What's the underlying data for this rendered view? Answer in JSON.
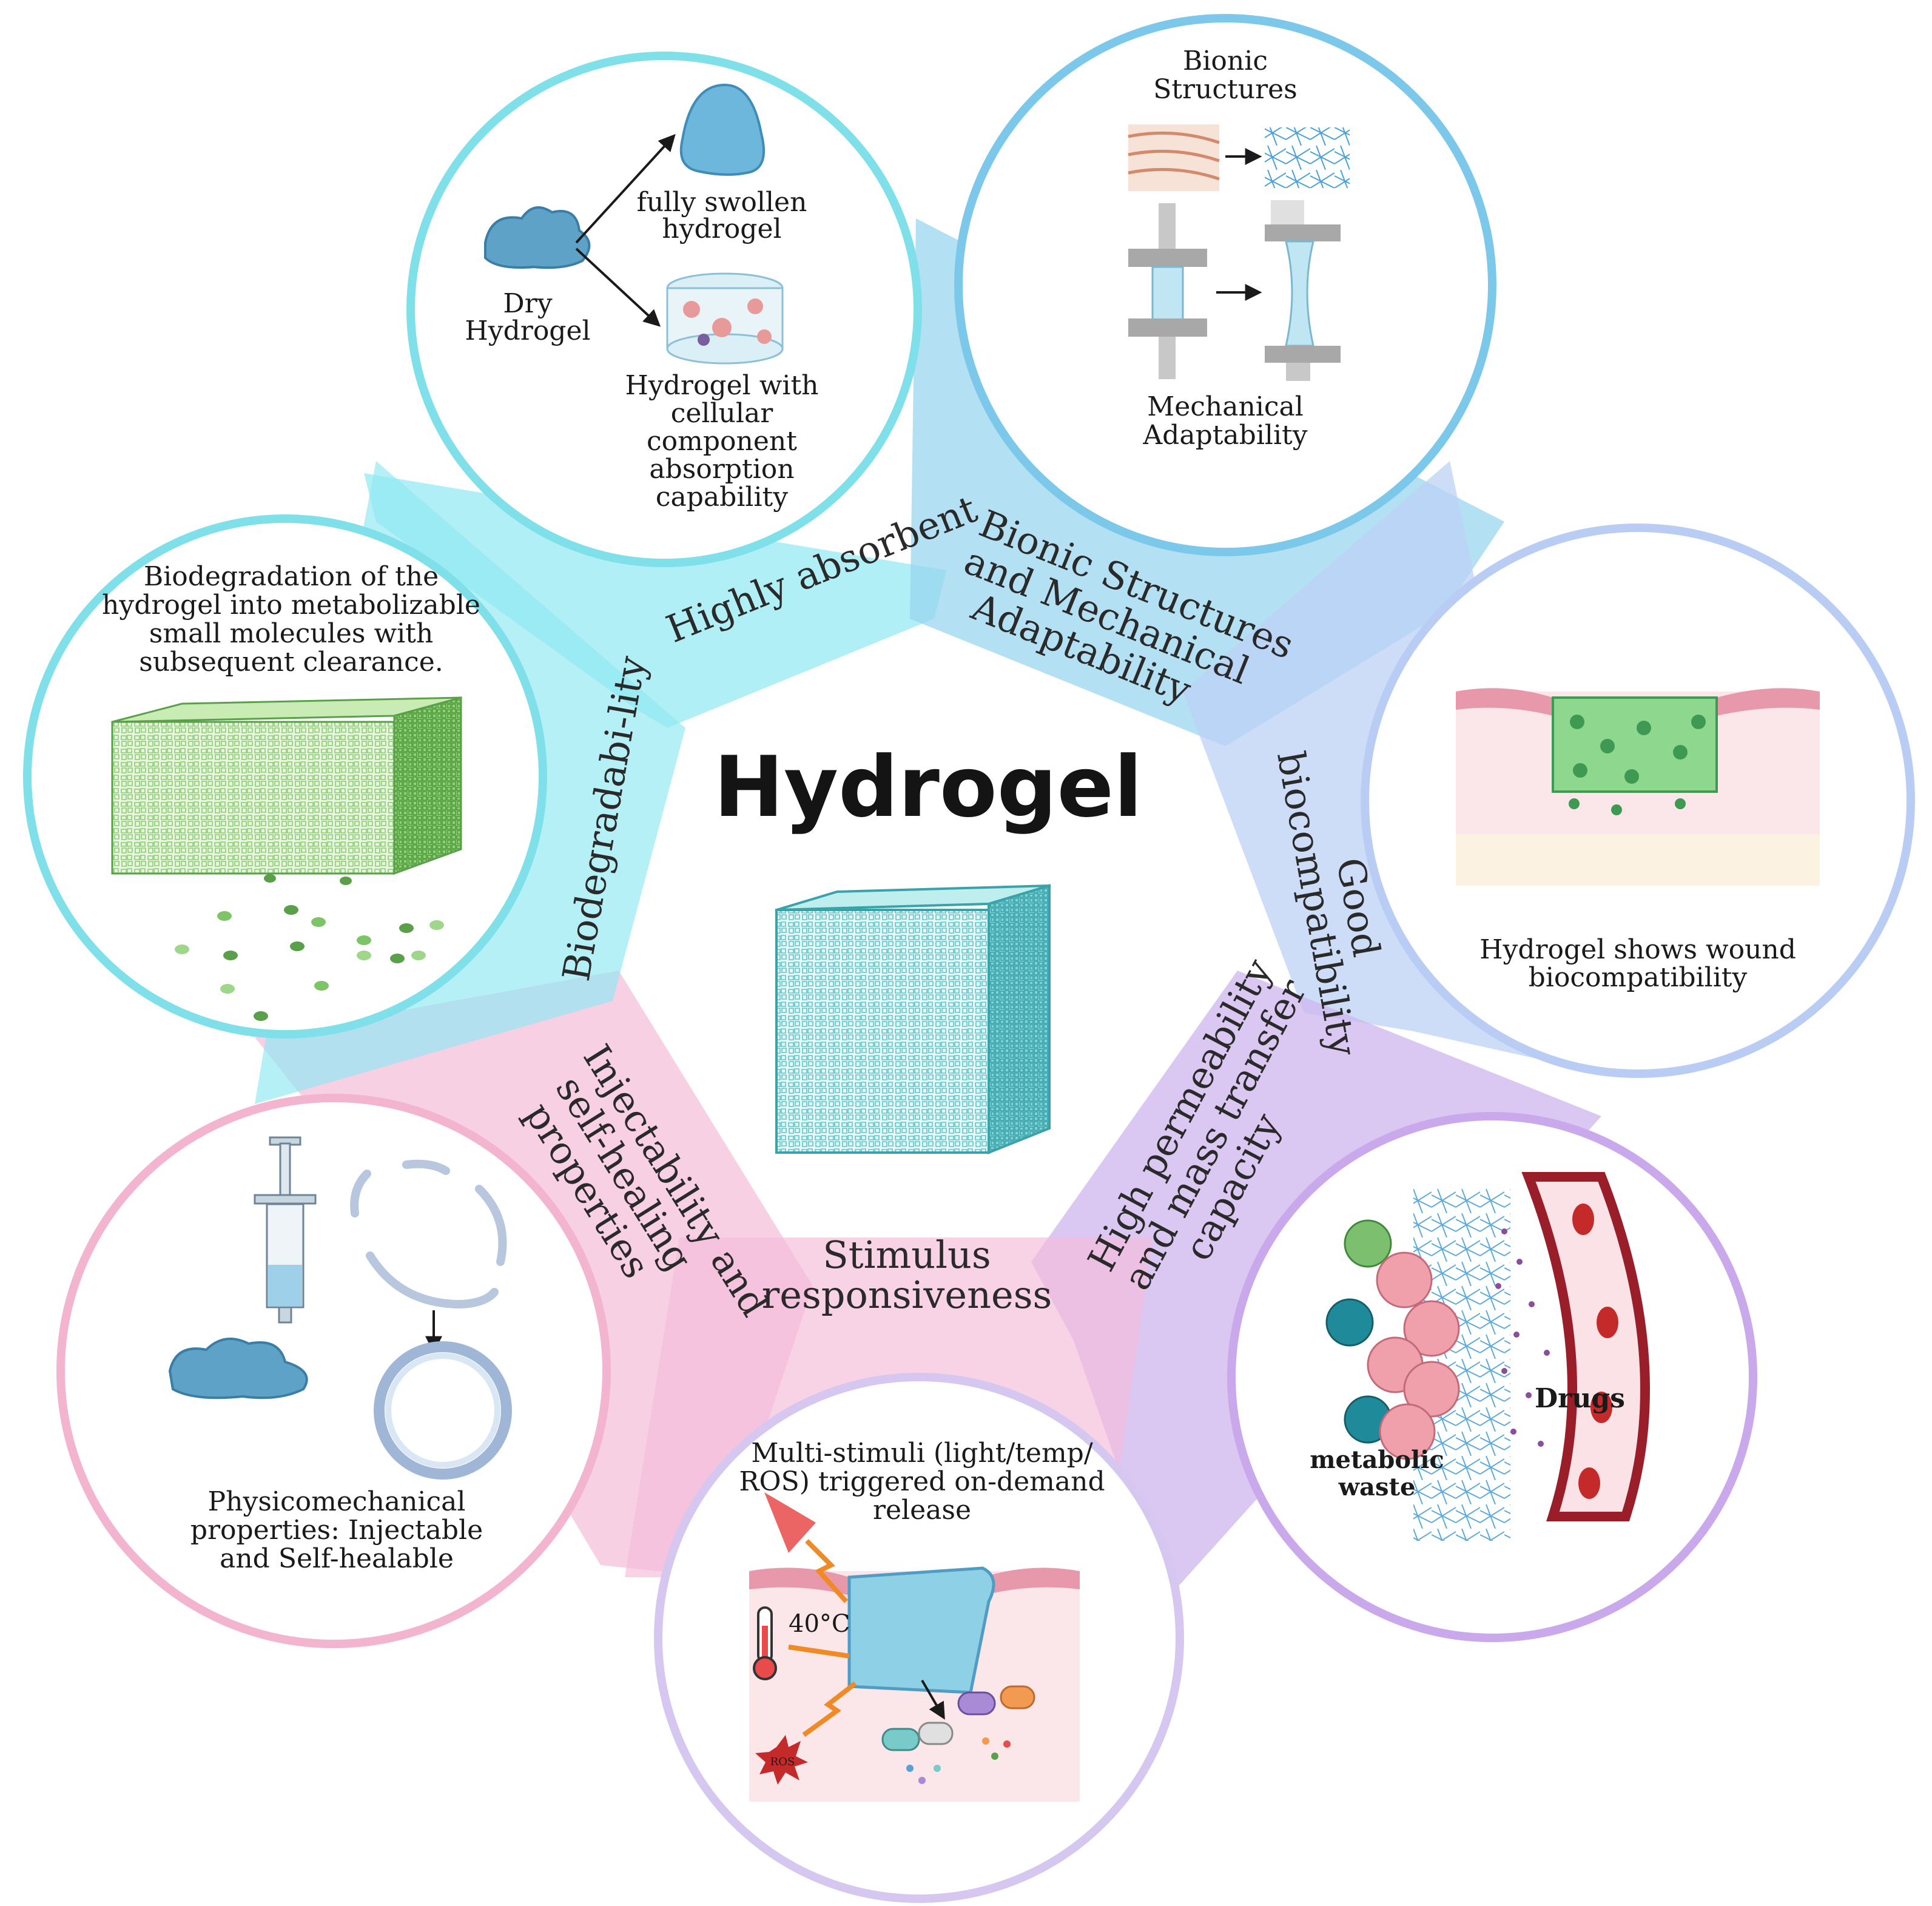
{
  "title": "Hydrogel",
  "colors": {
    "cyan": "#8fe8f2",
    "sky": "#96d4ee",
    "periwinkle": "#bcd2f5",
    "lavender": "#cdb6ee",
    "pink": "#f4bcd8",
    "circle_cyan": "#7fe0ea",
    "circle_sky": "#7cc8ea",
    "circle_periwinkle": "#b9cdf4",
    "circle_lavender": "#c9a8ec",
    "circle_pink": "#f2b4cf",
    "circle_lilac": "#d6c7f0"
  },
  "bands": {
    "highly_absorbent": "Highly absorbent",
    "bionic": [
      "Bionic Structures",
      "and Mechanical",
      "Adaptability"
    ],
    "biocompat": [
      "Good",
      "biocompatibility"
    ],
    "permeability": [
      "High permeability",
      "and mass transfer",
      "capacity"
    ],
    "stimulus": [
      "Stimulus",
      "responsiveness"
    ],
    "injectability": [
      "Injectability and",
      "self-healing",
      "properties"
    ],
    "biodegradability": "Biodegradabi-lity"
  },
  "absorb": {
    "fully_swollen": [
      "fully swollen",
      "hydrogel"
    ],
    "dry": [
      "Dry",
      "Hydrogel"
    ],
    "with_cell": [
      "Hydrogel with",
      "cellular",
      "component",
      "absorption",
      "capability"
    ]
  },
  "bionic_circle": {
    "top": [
      "Bionic",
      "Structures"
    ],
    "bottom": [
      "Mechanical",
      "Adaptability"
    ]
  },
  "biodeg_circle": {
    "caption": [
      "Biodegradation of the",
      "hydrogel into metabolizable",
      "small molecules with",
      "subsequent clearance."
    ]
  },
  "wound_circle": {
    "caption": [
      "Hydrogel shows wound",
      "biocompatibility"
    ]
  },
  "inject_circle": {
    "caption": [
      "Physicomechanical",
      "properties: Injectable",
      "and Self-healable"
    ]
  },
  "stimuli_circle": {
    "caption": [
      "Multi-stimuli (light/temp/",
      "ROS) triggered on-demand",
      "release"
    ],
    "temp": "40°C",
    "ros": "ROS"
  },
  "perm_circle": {
    "drugs": "Drugs",
    "waste": [
      "metabolic",
      "waste"
    ]
  }
}
